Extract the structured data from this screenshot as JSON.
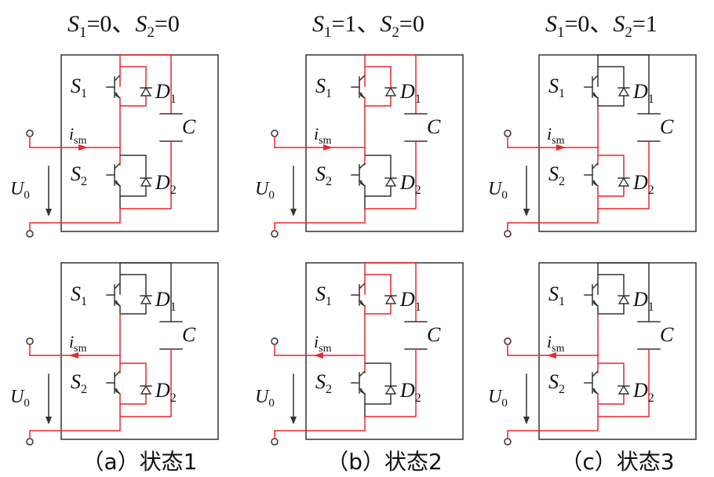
{
  "colors": {
    "highlight": "#e8272c",
    "line": "#333333",
    "text": "#111111"
  },
  "labels": {
    "switch_upper": "S",
    "switch_upper_sub": "1",
    "switch_lower": "S",
    "switch_lower_sub": "2",
    "diode_upper": "D",
    "diode_upper_sub": "1",
    "diode_lower": "D",
    "diode_lower_sub": "2",
    "capacitor": "C",
    "current": "i",
    "current_sub": "sm",
    "voltage": "U",
    "voltage_sub": "0"
  },
  "columns": [
    {
      "header": {
        "s1": "S",
        "s1_sub": "1",
        "s1_val": "=0、",
        "s2": "S",
        "s2_sub": "2",
        "s2_val": "=0"
      },
      "caption": "（a）状态1",
      "top": {
        "current": "in",
        "path": "upper"
      },
      "bottom": {
        "current": "out",
        "path": "lower"
      }
    },
    {
      "header": {
        "s1": "S",
        "s1_sub": "1",
        "s1_val": "=1、",
        "s2": "S",
        "s2_sub": "2",
        "s2_val": "=0"
      },
      "caption": "（b）状态2",
      "top": {
        "current": "in",
        "path": "upper"
      },
      "bottom": {
        "current": "out",
        "path": "upper"
      }
    },
    {
      "header": {
        "s1": "S",
        "s1_sub": "1",
        "s1_val": "=0、",
        "s2": "S",
        "s2_sub": "2",
        "s2_val": "=1"
      },
      "caption": "（c）状态3",
      "top": {
        "current": "in",
        "path": "lower"
      },
      "bottom": {
        "current": "out",
        "path": "lower"
      }
    }
  ]
}
